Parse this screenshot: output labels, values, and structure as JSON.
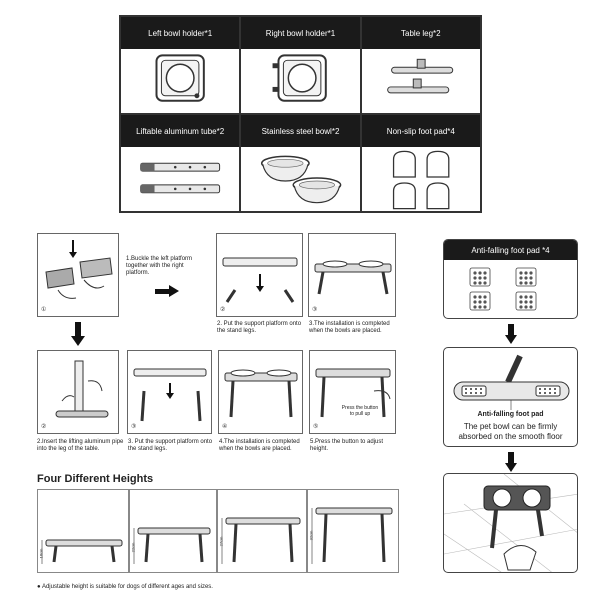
{
  "parts": [
    {
      "label": "Left bowl holder*1",
      "icon": "left-bowl-holder-icon"
    },
    {
      "label": "Right bowl holder*1",
      "icon": "right-bowl-holder-icon"
    },
    {
      "label": "Table leg*2",
      "icon": "table-leg-icon"
    },
    {
      "label": "Liftable aluminum tube*2",
      "icon": "aluminum-tube-icon"
    },
    {
      "label": "Stainless steel bowl*2",
      "icon": "steel-bowl-icon"
    },
    {
      "label": "Non-slip foot pad*4",
      "icon": "foot-pad-icon"
    }
  ],
  "steps_top": {
    "step1": "1.Buckle the left platform together with the right platform.",
    "step2": "2. Put the support platform onto the stand legs.",
    "step3": "3.The installation is completed when the bowls are placed.",
    "n1": "①",
    "n2": "②",
    "n3": "③"
  },
  "steps_bottom": {
    "step2": "2.Insert the lifting aluminum pipe into the leg of the table.",
    "step3": "3. Put the support platform onto the stand legs.",
    "step4": "4.The installation is completed when the bowls are placed.",
    "step5": "5.Press the button to adjust height.",
    "press_note": "Press the button to pull up",
    "n2": "②",
    "n3": "③",
    "n4": "④",
    "n5": "⑤"
  },
  "heights": {
    "title": "Four Different Heights",
    "labels": [
      "16cm",
      "22cm",
      "27cm",
      "32cm"
    ],
    "note": "Adjustable height is suitable for dogs of different ages and sizes."
  },
  "anti": {
    "header": "Anti-falling foot pad *4",
    "pad_label": "Anti-falling foot pad",
    "desc_line1": "The pet bowl can be firmly",
    "desc_line2": "absorbed on the smooth floor"
  }
}
